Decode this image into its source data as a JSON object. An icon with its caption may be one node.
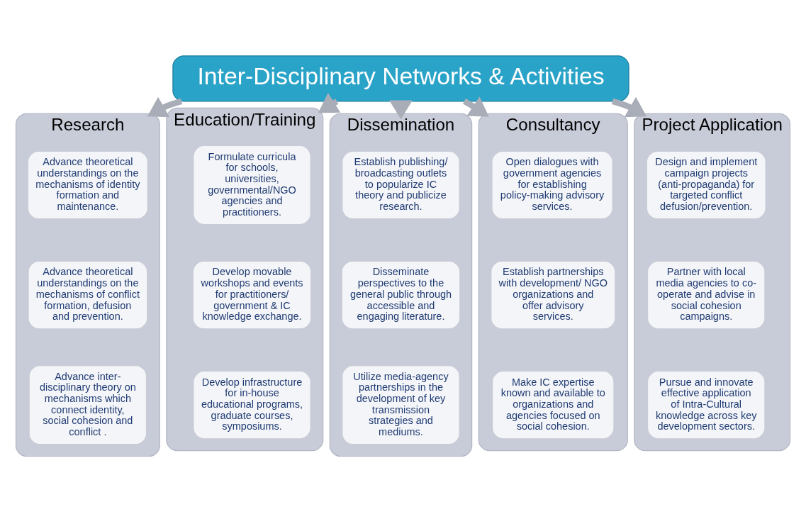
{
  "diagram": {
    "nodes": [
      {
        "text": [
          "Inter-Disciplinary Networks & Activities"
        ]
      },
      {
        "text": [
          "Research"
        ]
      },
      {
        "text": [
          "Advance theoretical understandings on the mechanisms of identity formation and maintenance."
        ],
        "in": 1
      },
      {
        "text": [
          "Advance theoretical understandings on the mechanisms of conflict formation, defusion and prevention."
        ],
        "in": 1
      },
      {
        "text": [
          "Advance inter-disciplinary theory on mechanisms which connect identity, social cohesion and conflict ."
        ],
        "in": 1
      },
      {
        "text": [
          "Education/Training"
        ]
      },
      {
        "text": [
          "Formulate curricula for schools, universities, governmental/NGO agencies and practitioners."
        ],
        "in": 5
      },
      {
        "text": [
          "Develop movable workshops and events for practitioners/ government & IC knowledge exchange."
        ],
        "in": 5
      },
      {
        "text": [
          "Develop infrastructure for in-house educational programs, graduate courses, symposiums."
        ],
        "in": 5
      },
      {
        "text": [
          "Dissemination"
        ]
      },
      {
        "text": [
          "Establish publishing/ broadcasting outlets to popularize IC theory and publicize research."
        ],
        "in": 9
      },
      {
        "text": [
          "Disseminate perspectives to the general public through accessible and engaging literature."
        ],
        "in": 9
      },
      {
        "text": [
          "Utilize media-agency partnerships in the development of key transmission strategies and mediums."
        ],
        "in": 9
      },
      {
        "text": [
          "Consultancy"
        ]
      },
      {
        "text": [
          "Open dialogues with government agencies for establishing policy-making advisory services."
        ],
        "in": 13
      },
      {
        "text": [
          "Establish partnerships with development/ NGO organizations and offer advisory services."
        ],
        "in": 13
      },
      {
        "text": [
          "Make IC expertise known and available to organizations and agencies focused on social cohesion."
        ],
        "in": 13
      },
      {
        "text": [
          "Project Application"
        ]
      },
      {
        "text": [
          "Design and implement campaign projects (anti-propaganda) for targeted conflict defusion/prevention."
        ],
        "in": 17
      },
      {
        "text": [
          "Partner with local media agencies to co-operate and advise in social cohesion campaigns."
        ],
        "in": 17
      },
      {
        "text": [
          "Pursue and innovate effective application of Intra-Cultural knowledge across key development sectors."
        ],
        "in": 17
      }
    ],
    "edges": [
      {
        "from": 0,
        "to": 1,
        "arrow": "to"
      },
      {
        "from": 0,
        "to": 5,
        "arrow": "to"
      },
      {
        "from": 0,
        "to": 9,
        "arrow": "to"
      },
      {
        "from": 0,
        "to": 13,
        "arrow": "to"
      },
      {
        "from": 0,
        "to": 17,
        "arrow": "to"
      }
    ]
  }
}
